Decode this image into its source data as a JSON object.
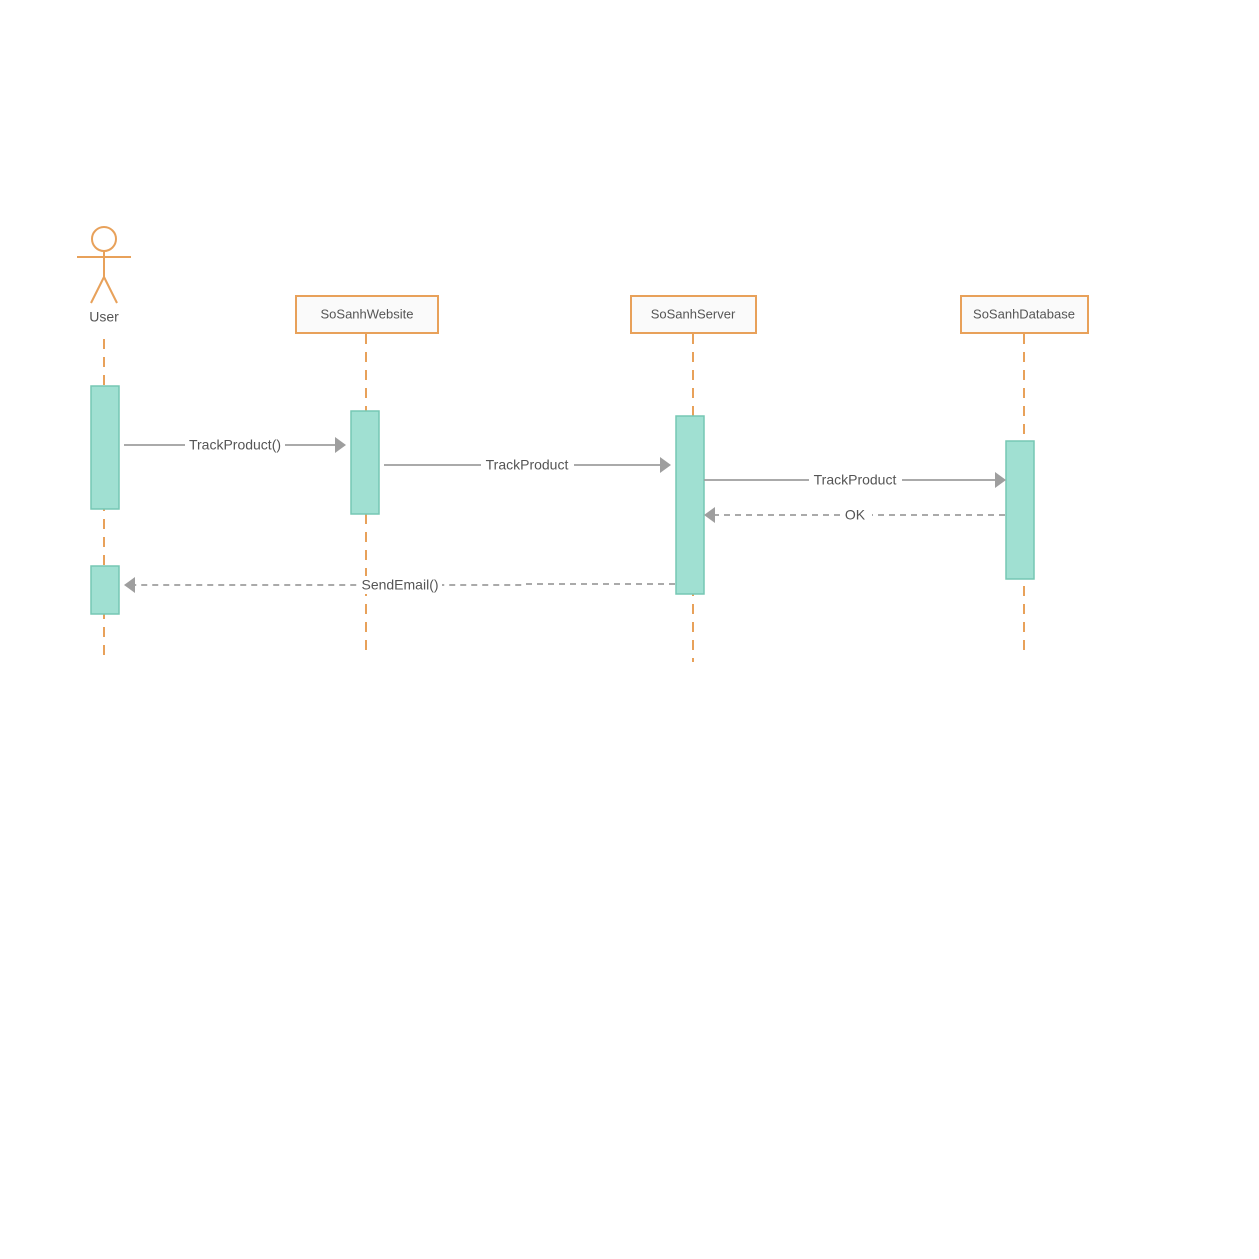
{
  "diagram": {
    "participants": [
      {
        "id": "user",
        "kind": "actor",
        "label": "User"
      },
      {
        "id": "website",
        "kind": "object",
        "label": "SoSanhWebsite"
      },
      {
        "id": "server",
        "kind": "object",
        "label": "SoSanhServer"
      },
      {
        "id": "database",
        "kind": "object",
        "label": "SoSanhDatabase"
      }
    ],
    "messages": [
      {
        "from": "user",
        "to": "website",
        "label": "TrackProduct()",
        "style": "solid"
      },
      {
        "from": "website",
        "to": "server",
        "label": "TrackProduct",
        "style": "solid"
      },
      {
        "from": "server",
        "to": "database",
        "label": "TrackProduct",
        "style": "solid"
      },
      {
        "from": "database",
        "to": "server",
        "label": "OK",
        "style": "dashed"
      },
      {
        "from": "server",
        "to": "user",
        "label": "SendEmail()",
        "style": "dashed"
      }
    ],
    "colors": {
      "lifeline": "#e8a15a",
      "activation_fill": "#a0e0d2",
      "activation_stroke": "#76c7b4",
      "message": "#9e9e9e",
      "text": "#555555"
    }
  }
}
